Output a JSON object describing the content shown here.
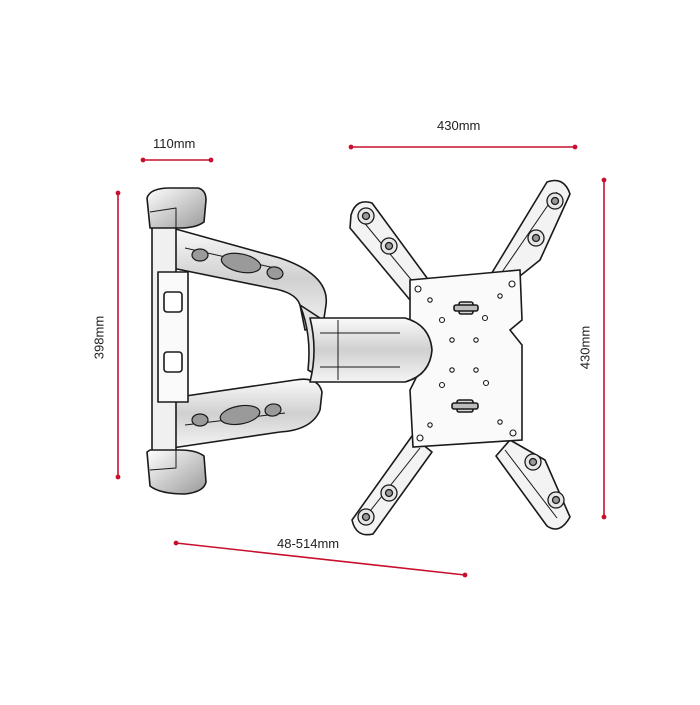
{
  "dimensions": {
    "depth_label": "110mm",
    "plate_width_label": "430mm",
    "bracket_height_label": "398mm",
    "plate_height_label": "430mm",
    "extension_label": "48-514mm"
  },
  "colors": {
    "dimension_line": "#c8102e",
    "outline": "#1a1a1a",
    "fill_light": "#f2f2f2",
    "fill_mid": "#d9d9d9",
    "fill_dark": "#8c8c8c"
  }
}
